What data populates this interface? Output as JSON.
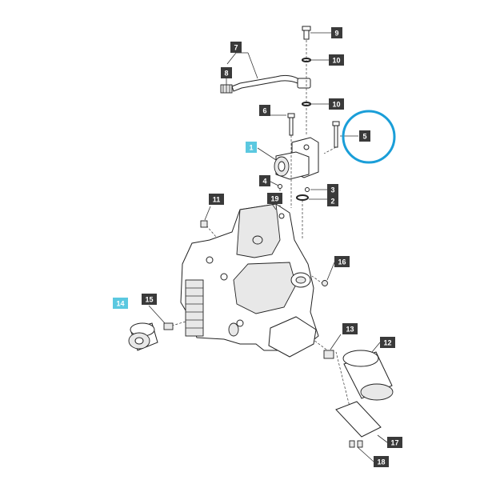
{
  "highlight_color": "#1a9ed8",
  "highlight_label_bg": "#5bc8e0",
  "callouts": [
    {
      "id": "c1",
      "label": "1",
      "highlight": true
    },
    {
      "id": "c2",
      "label": "2",
      "highlight": false
    },
    {
      "id": "c3",
      "label": "3",
      "highlight": false
    },
    {
      "id": "c4",
      "label": "4",
      "highlight": false
    },
    {
      "id": "c5",
      "label": "5",
      "highlight": false
    },
    {
      "id": "c6",
      "label": "6",
      "highlight": false
    },
    {
      "id": "c7",
      "label": "7",
      "highlight": false
    },
    {
      "id": "c8",
      "label": "8",
      "highlight": false
    },
    {
      "id": "c9",
      "label": "9",
      "highlight": false
    },
    {
      "id": "c10a",
      "label": "10",
      "highlight": false
    },
    {
      "id": "c10b",
      "label": "10",
      "highlight": false
    },
    {
      "id": "c11",
      "label": "11",
      "highlight": false
    },
    {
      "id": "c12",
      "label": "12",
      "highlight": false
    },
    {
      "id": "c13",
      "label": "13",
      "highlight": false
    },
    {
      "id": "c14",
      "label": "14",
      "highlight": true
    },
    {
      "id": "c15",
      "label": "15",
      "highlight": false
    },
    {
      "id": "c16",
      "label": "16",
      "highlight": false
    },
    {
      "id": "c17",
      "label": "17",
      "highlight": false
    },
    {
      "id": "c18",
      "label": "18",
      "highlight": false
    },
    {
      "id": "c19",
      "label": "19",
      "highlight": false
    }
  ]
}
